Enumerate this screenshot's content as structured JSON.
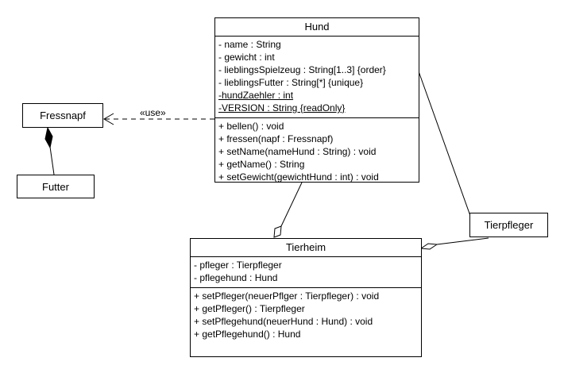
{
  "classes": {
    "hund": {
      "name": "Hund",
      "attributes": [
        "- name : String",
        "- gewicht : int",
        "- lieblingsSpielzeug : String[1..3] {order}",
        "- lieblingsFutter : String[*] {unique}",
        "-hundZaehler : int",
        "-VERSION : String {readOnly}"
      ],
      "operations": [
        "+ bellen() : void",
        "+ fressen(napf : Fressnapf)",
        "+ setName(nameHund : String) : void",
        "+ getName() : String",
        "+ setGewicht(gewichtHund : int) : void"
      ]
    },
    "fressnapf": {
      "name": "Fressnapf"
    },
    "futter": {
      "name": "Futter"
    },
    "tierpfleger": {
      "name": "Tierpfleger"
    },
    "tierheim": {
      "name": "Tierheim",
      "attributes": [
        "- pfleger : Tierpfleger",
        "- pflegehund : Hund"
      ],
      "operations": [
        "+ setPfleger(neuerPflger : Tierpfleger) : void",
        "+ getPfleger() : Tierpfleger",
        "+ setPflegehund(neuerHund : Hund) : void",
        "+ getPflegehund() : Hund"
      ]
    }
  },
  "relations": {
    "use_label": "«use»"
  }
}
